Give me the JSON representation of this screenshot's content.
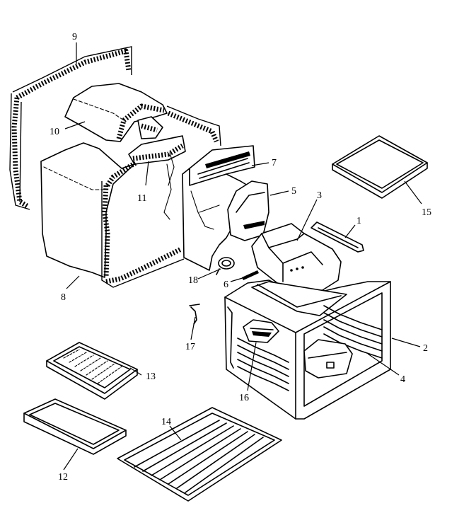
{
  "parts": [
    {
      "id": "p1",
      "label": "1"
    },
    {
      "id": "p2",
      "label": "2"
    },
    {
      "id": "p3",
      "label": "3"
    },
    {
      "id": "p4",
      "label": "4"
    },
    {
      "id": "p5",
      "label": "5"
    },
    {
      "id": "p6",
      "label": "6"
    },
    {
      "id": "p7",
      "label": "7"
    },
    {
      "id": "p8",
      "label": "8"
    },
    {
      "id": "p9",
      "label": "9"
    },
    {
      "id": "p10",
      "label": "10"
    },
    {
      "id": "p11",
      "label": "11"
    },
    {
      "id": "p12",
      "label": "12"
    },
    {
      "id": "p13",
      "label": "13"
    },
    {
      "id": "p14",
      "label": "14"
    },
    {
      "id": "p15",
      "label": "15"
    },
    {
      "id": "p16",
      "label": "16"
    },
    {
      "id": "p17",
      "label": "17"
    },
    {
      "id": "p18",
      "label": "18"
    }
  ],
  "colors": {
    "ink": "#000000",
    "paper": "#ffffff"
  }
}
